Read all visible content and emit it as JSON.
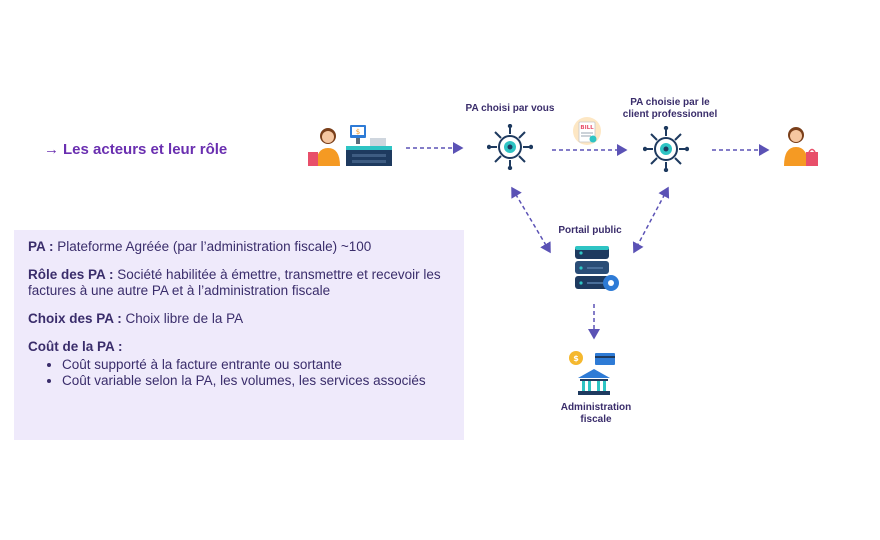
{
  "section_title": "Les acteurs et leur rôle",
  "nodes": {
    "pa_vous": "PA choisi par vous",
    "pa_client_line1": "PA choisie par le",
    "pa_client_line2": "client professionnel",
    "portail": "Portail public",
    "admin_line1": "Administration",
    "admin_line2": "fiscale"
  },
  "bill_label": "BILL",
  "info": {
    "pa_term": "PA :",
    "pa_desc": "Plateforme Agréée (par l’administration fiscale) ~100",
    "role_term": "Rôle des PA :",
    "role_desc": "Société habilitée à émettre, transmettre et recevoir les factures à une autre PA et à l’administration fiscale",
    "choix_term": "Choix des PA :",
    "choix_desc": "Choix libre de la PA",
    "cout_term": "Coût de la PA :",
    "cout_items": [
      "Coût supporté à la facture entrante ou sortante",
      "Coût variable selon la PA, les volumes, les services associés"
    ]
  },
  "colors": {
    "accent": "#6a2fb0",
    "text": "#3a2d6b",
    "box_bg": "#efeafb",
    "arrow": "#5b52b5",
    "gear": "#1e3a5f",
    "highlight": "#2ec4c4",
    "orange": "#f59a23"
  }
}
